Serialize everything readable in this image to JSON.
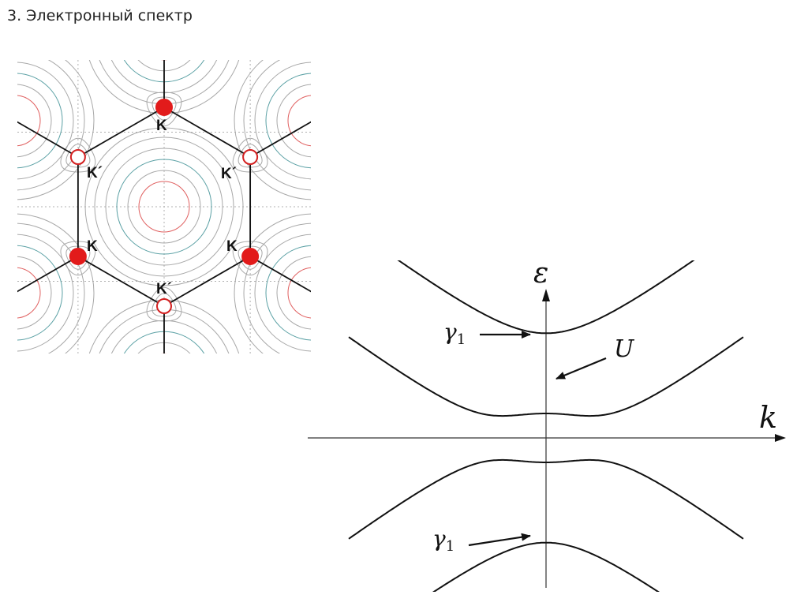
{
  "slide": {
    "title": "3. Электронный спектр"
  },
  "brillouin_zone": {
    "valley_labels": [
      "K",
      "K´",
      "K´",
      "K",
      "K",
      "K´"
    ],
    "colors": {
      "filled_point": "#e21b1b",
      "open_point_stroke": "#d42020",
      "hexagon": "#111111",
      "contour_red": "#e06060",
      "contour_teal": "#5aa0a4",
      "contour_gray": "#a8a8a8",
      "contour_yellow": "#e6e04a",
      "grid_dotted": "#b0b0b0"
    }
  },
  "band_diagram": {
    "y_axis_label": "ε",
    "x_axis_label": "k",
    "annotations": [
      {
        "symbol": "γ",
        "subscript": "1"
      },
      {
        "symbol": "U"
      },
      {
        "symbol": "γ",
        "subscript": "1"
      }
    ]
  }
}
